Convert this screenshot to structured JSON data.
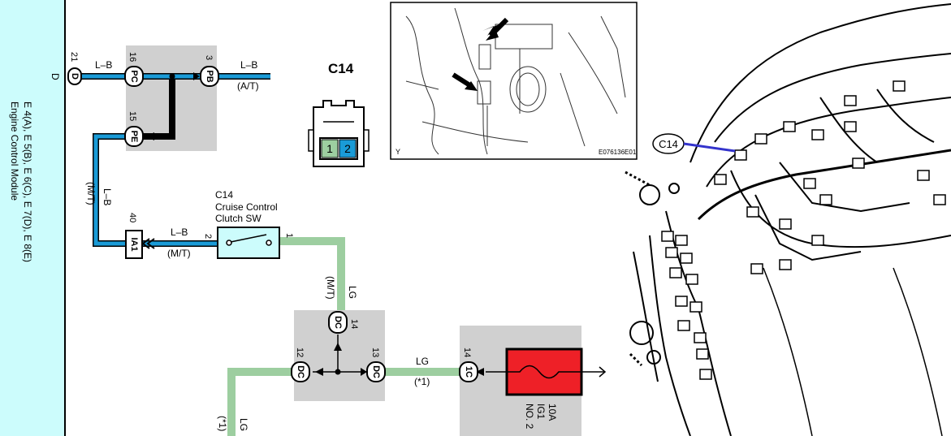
{
  "ecm": {
    "line1": "E 4(A), E 5(B), E 6(C), E 7(D), E 8(E)",
    "line2": "Engine Control Module",
    "conn_letter": "D",
    "conn_pin": "21",
    "conn_code": "D"
  },
  "splice_top": {
    "pc_pin": "16",
    "pc_code": "PC",
    "pb_pin": "3",
    "pb_code": "PB",
    "pe_pin": "15",
    "pe_code": "PE"
  },
  "wires": {
    "lb_top": "L–B",
    "at_note": "(A/T)",
    "lb_vertical": "L–B",
    "mt_vertical": "(M/T)",
    "lb_lower": "L–B",
    "mt_lower": "(M/T)",
    "lg_vertical": "LG",
    "mt_lg": "(M/T)",
    "lg_mid": "LG",
    "note_mid": "(*1)",
    "lg_bottom": "LG",
    "note_bottom": "(*1)"
  },
  "ia1": {
    "pin": "40",
    "code": "IA1"
  },
  "switch": {
    "id": "C14",
    "name1": "Cruise Control",
    "name2": "Clutch SW",
    "pin_left": "2",
    "pin_right": "1"
  },
  "splice_bottom": {
    "dc_top_pin": "14",
    "dc_top_code": "DC",
    "dc_left_pin": "12",
    "dc_left_code": "DC",
    "dc_right_pin": "13",
    "dc_right_code": "DC"
  },
  "fuse_block": {
    "conn_pin": "14",
    "conn_code": "1C",
    "fuse_amp": "10A",
    "fuse_name1": "IG1",
    "fuse_name2": "NO. 2"
  },
  "connector_view": {
    "title": "C14",
    "pin1": "1",
    "pin2": "2"
  },
  "photo": {
    "corner_letter": "Y",
    "code": "E076136E01"
  },
  "location": {
    "callout": "C14"
  },
  "colors": {
    "blue_wire": "#1a9bd7",
    "green_wire": "#9dcea0",
    "splice_box": "#d0d0d0",
    "sidebar": "#ccfcfc",
    "fuse": "#ee2027",
    "switch_box": "#ccfcfc"
  }
}
